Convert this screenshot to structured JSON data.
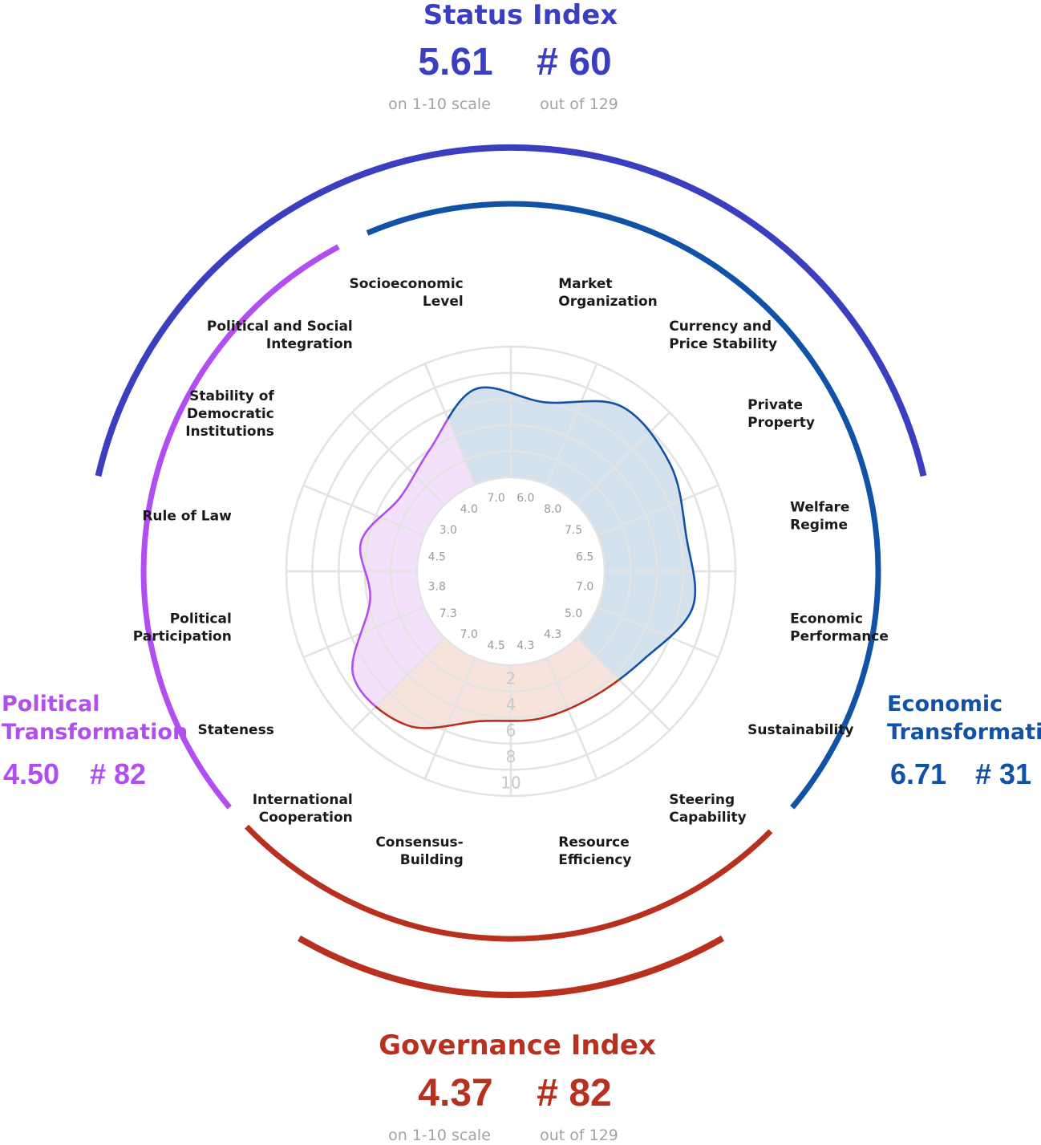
{
  "colors": {
    "status": "#3a3fbf",
    "political": "#b04ef0",
    "economic": "#1152a6",
    "governance": "#b8311f",
    "grid": "#e3e3e3"
  },
  "status_index": {
    "title": "Status Index",
    "score": "5.61",
    "rank": "# 60",
    "score_note": "on 1-10 scale",
    "rank_note": "out of 129"
  },
  "governance_index": {
    "title": "Governance Index",
    "score": "4.37",
    "rank": "# 82",
    "score_note": "on 1-10 scale",
    "rank_note": "out of 129"
  },
  "political_transformation": {
    "title_line1": "Political",
    "title_line2": "Transformation",
    "score": "4.50",
    "rank": "# 82"
  },
  "economic_transformation": {
    "title_line1": "Economic",
    "title_line2": "Transformation",
    "score": "6.71",
    "rank": "# 31"
  },
  "chart_data": {
    "type": "radar",
    "range": [
      0,
      10
    ],
    "radial_ticks": [
      "2",
      "4",
      "6",
      "8",
      "10"
    ],
    "categories": [
      {
        "label": [
          "Market",
          "Organization"
        ],
        "value": 6.0,
        "value_label": "6.0",
        "group": "economic"
      },
      {
        "label": [
          "Currency and",
          "Price Stability"
        ],
        "value": 8.0,
        "value_label": "8.0",
        "group": "economic"
      },
      {
        "label": [
          "Private",
          "Property"
        ],
        "value": 7.5,
        "value_label": "7.5",
        "group": "economic"
      },
      {
        "label": [
          "Welfare",
          "Regime"
        ],
        "value": 6.5,
        "value_label": "6.5",
        "group": "economic"
      },
      {
        "label": [
          "Economic",
          "Performance"
        ],
        "value": 7.0,
        "value_label": "7.0",
        "group": "economic"
      },
      {
        "label": [
          "Sustainability"
        ],
        "value": 5.0,
        "value_label": "5.0",
        "group": "economic"
      },
      {
        "label": [
          "Steering",
          "Capability"
        ],
        "value": 4.3,
        "value_label": "4.3",
        "group": "governance"
      },
      {
        "label": [
          "Resource",
          "Efficiency"
        ],
        "value": 4.3,
        "value_label": "4.3",
        "group": "governance"
      },
      {
        "label": [
          "Consensus-",
          "Building"
        ],
        "value": 4.5,
        "value_label": "4.5",
        "group": "governance"
      },
      {
        "label": [
          "International",
          "Cooperation"
        ],
        "value": 7.0,
        "value_label": "7.0",
        "group": "governance"
      },
      {
        "label": [
          "Stateness"
        ],
        "value": 7.3,
        "value_label": "7.3",
        "group": "political"
      },
      {
        "label": [
          "Political",
          "Participation"
        ],
        "value": 3.8,
        "value_label": "3.8",
        "group": "political"
      },
      {
        "label": [
          "Rule of Law"
        ],
        "value": 4.5,
        "value_label": "4.5",
        "group": "political"
      },
      {
        "label": [
          "Stability of",
          "Democratic",
          "Institutions"
        ],
        "value": 3.0,
        "value_label": "3.0",
        "group": "political"
      },
      {
        "label": [
          "Political and Social",
          "Integration"
        ],
        "value": 4.0,
        "value_label": "4.0",
        "group": "political"
      },
      {
        "label": [
          "Socioeconomic",
          "Level"
        ],
        "value": 7.0,
        "value_label": "7.0",
        "group": "economic"
      }
    ]
  }
}
